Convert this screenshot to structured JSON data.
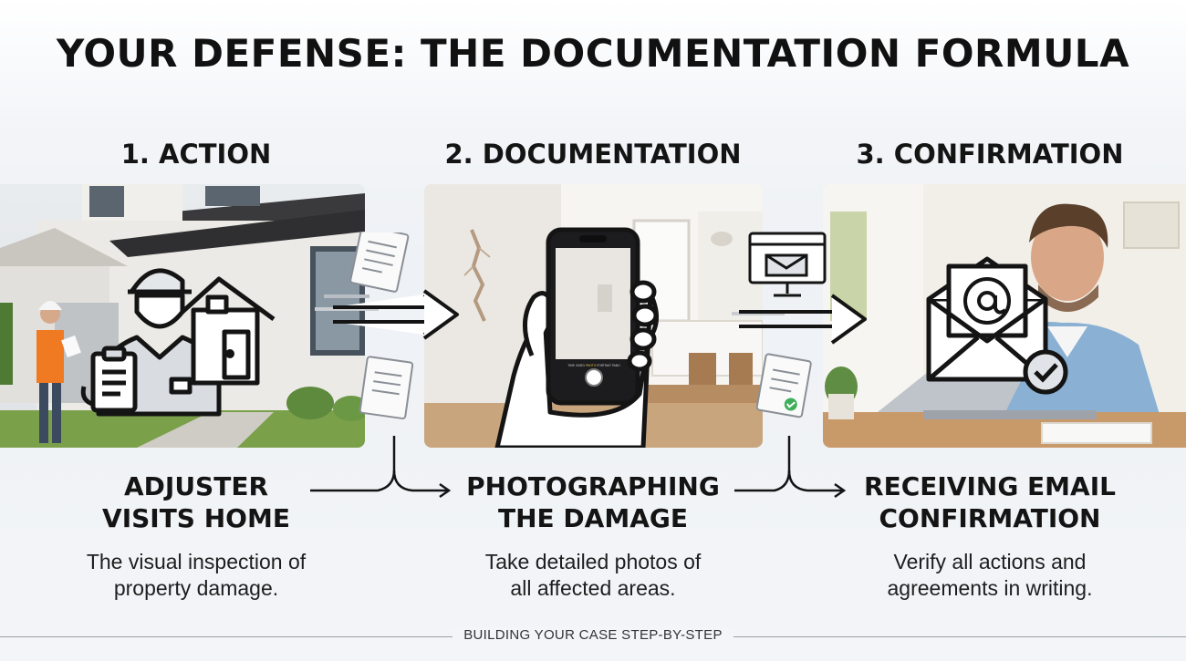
{
  "title": "YOUR DEFENSE: THE DOCUMENTATION FORMULA",
  "steps": [
    {
      "heading": "1. ACTION",
      "caption_line1": "ADJUSTER",
      "caption_line2": "VISITS HOME",
      "desc_line1": "The visual inspection of",
      "desc_line2": "property damage."
    },
    {
      "heading": "2. DOCUMENTATION",
      "caption_line1": "PHOTOGRAPHING",
      "caption_line2": "THE DAMAGE",
      "desc_line1": "Take detailed photos of",
      "desc_line2": "all affected areas."
    },
    {
      "heading": "3. CONFIRMATION",
      "caption_line1": "RECEIVING EMAIL",
      "caption_line2": "CONFIRMATION",
      "desc_line1": "Verify all actions and",
      "desc_line2": "agreements in writing."
    }
  ],
  "phone_modes": [
    "TIME",
    "VIDEO",
    "PHOTO",
    "PORTRAIT",
    "PANO"
  ],
  "footer": "BUILDING YOUR CASE STEP-BY-STEP",
  "icons": [
    "house-icon",
    "adjuster-icon",
    "clipboard-icon",
    "document-icon",
    "smartphone-icon",
    "monitor-mail-icon",
    "email-at-icon",
    "check-circle-icon",
    "arrow-right-icon"
  ],
  "colors": {
    "ink": "#141414",
    "icon_fill": "#d9dde2",
    "check_green": "#3fae5a",
    "vest_orange": "#f07a22"
  }
}
